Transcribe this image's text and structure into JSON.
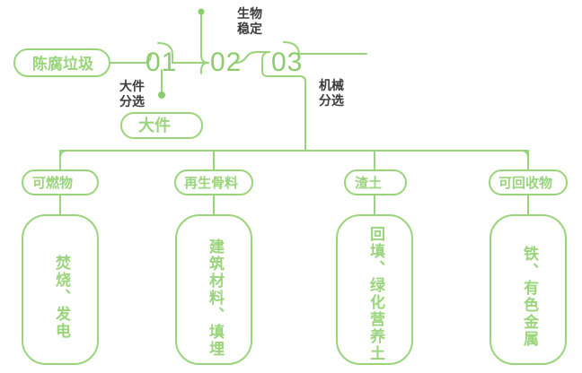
{
  "theme": {
    "line_color": "#9ad47b",
    "line_color_soft": "#a9dc8c",
    "text_green": "#9ad47b",
    "number_green": "#8ccc6e",
    "label_dark": "#3b3b3b",
    "background": "#ffffff"
  },
  "diagram": {
    "type": "process-flow",
    "title_node": {
      "label": "陈腐垃圾"
    },
    "steps": [
      {
        "number": "01",
        "caption": "大件\n分选",
        "caption_position": "below-left",
        "output": {
          "label": "大件",
          "direction": "down"
        }
      },
      {
        "number": "02",
        "caption": "生物\n稳定",
        "caption_position": "above-right",
        "output": null
      },
      {
        "number": "03",
        "caption": "机械\n分选",
        "caption_position": "below-right",
        "output": null
      }
    ],
    "branches": [
      {
        "pill": "可燃物",
        "box": "焚烧、发电"
      },
      {
        "pill": "再生骨料",
        "box": "建筑材料、填埋"
      },
      {
        "pill": "渣土",
        "box": "回填、绿化营养土"
      },
      {
        "pill": "可回收物",
        "box": "铁、有色金属"
      }
    ]
  }
}
